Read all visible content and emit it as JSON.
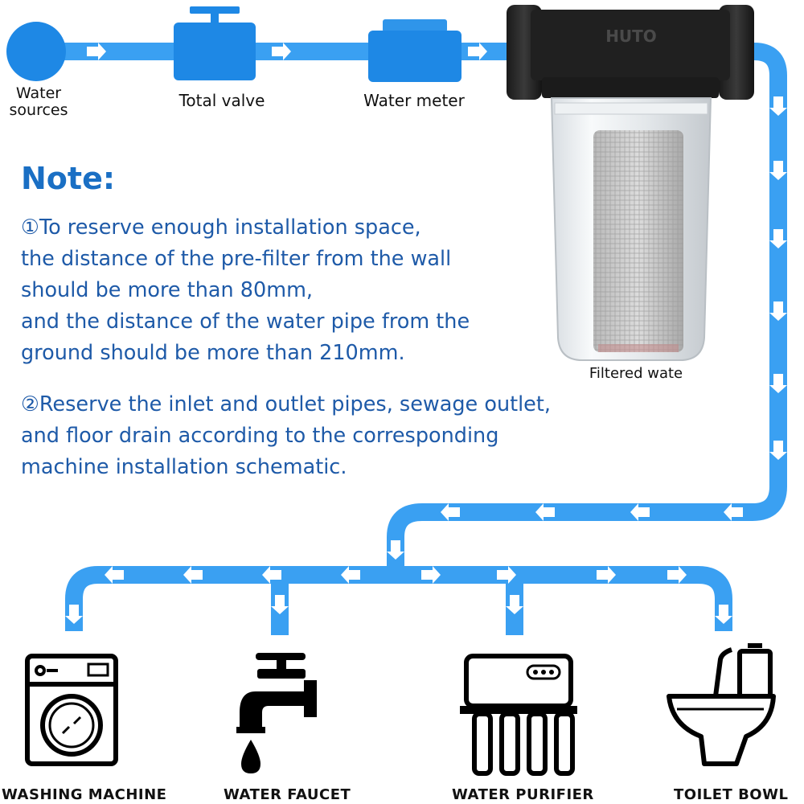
{
  "labels": {
    "water_sources": "Water\nsources",
    "total_valve": "Total valve",
    "water_meter": "Water meter",
    "filtered_water": "Filtered wate",
    "filter_brand": "HUTO"
  },
  "note": {
    "title": "Note:",
    "item1_lines": [
      "①To reserve enough installation space,",
      "the distance of the pre-filter from the wall",
      "should be more than 80mm,",
      "and the distance of the water pipe from the",
      "ground should be more than 210mm."
    ],
    "item2_lines": [
      "②Reserve the inlet and outlet pipes, sewage outlet,",
      "and floor drain according to the corresponding",
      "machine installation schematic."
    ]
  },
  "destinations": [
    {
      "label": "WASHING MACHINE",
      "icon": "washing-machine-icon"
    },
    {
      "label": "WATER FAUCET",
      "icon": "faucet-icon"
    },
    {
      "label": "WATER PURIFIER",
      "icon": "water-purifier-icon"
    },
    {
      "label": "TOILET BOWL",
      "icon": "toilet-icon"
    }
  ],
  "colors": {
    "pipe": "#3aa0f2",
    "node": "#1e88e5",
    "note_title": "#1a6fc4",
    "note_text": "#1e5aa8",
    "arrow": "#ffffff"
  }
}
